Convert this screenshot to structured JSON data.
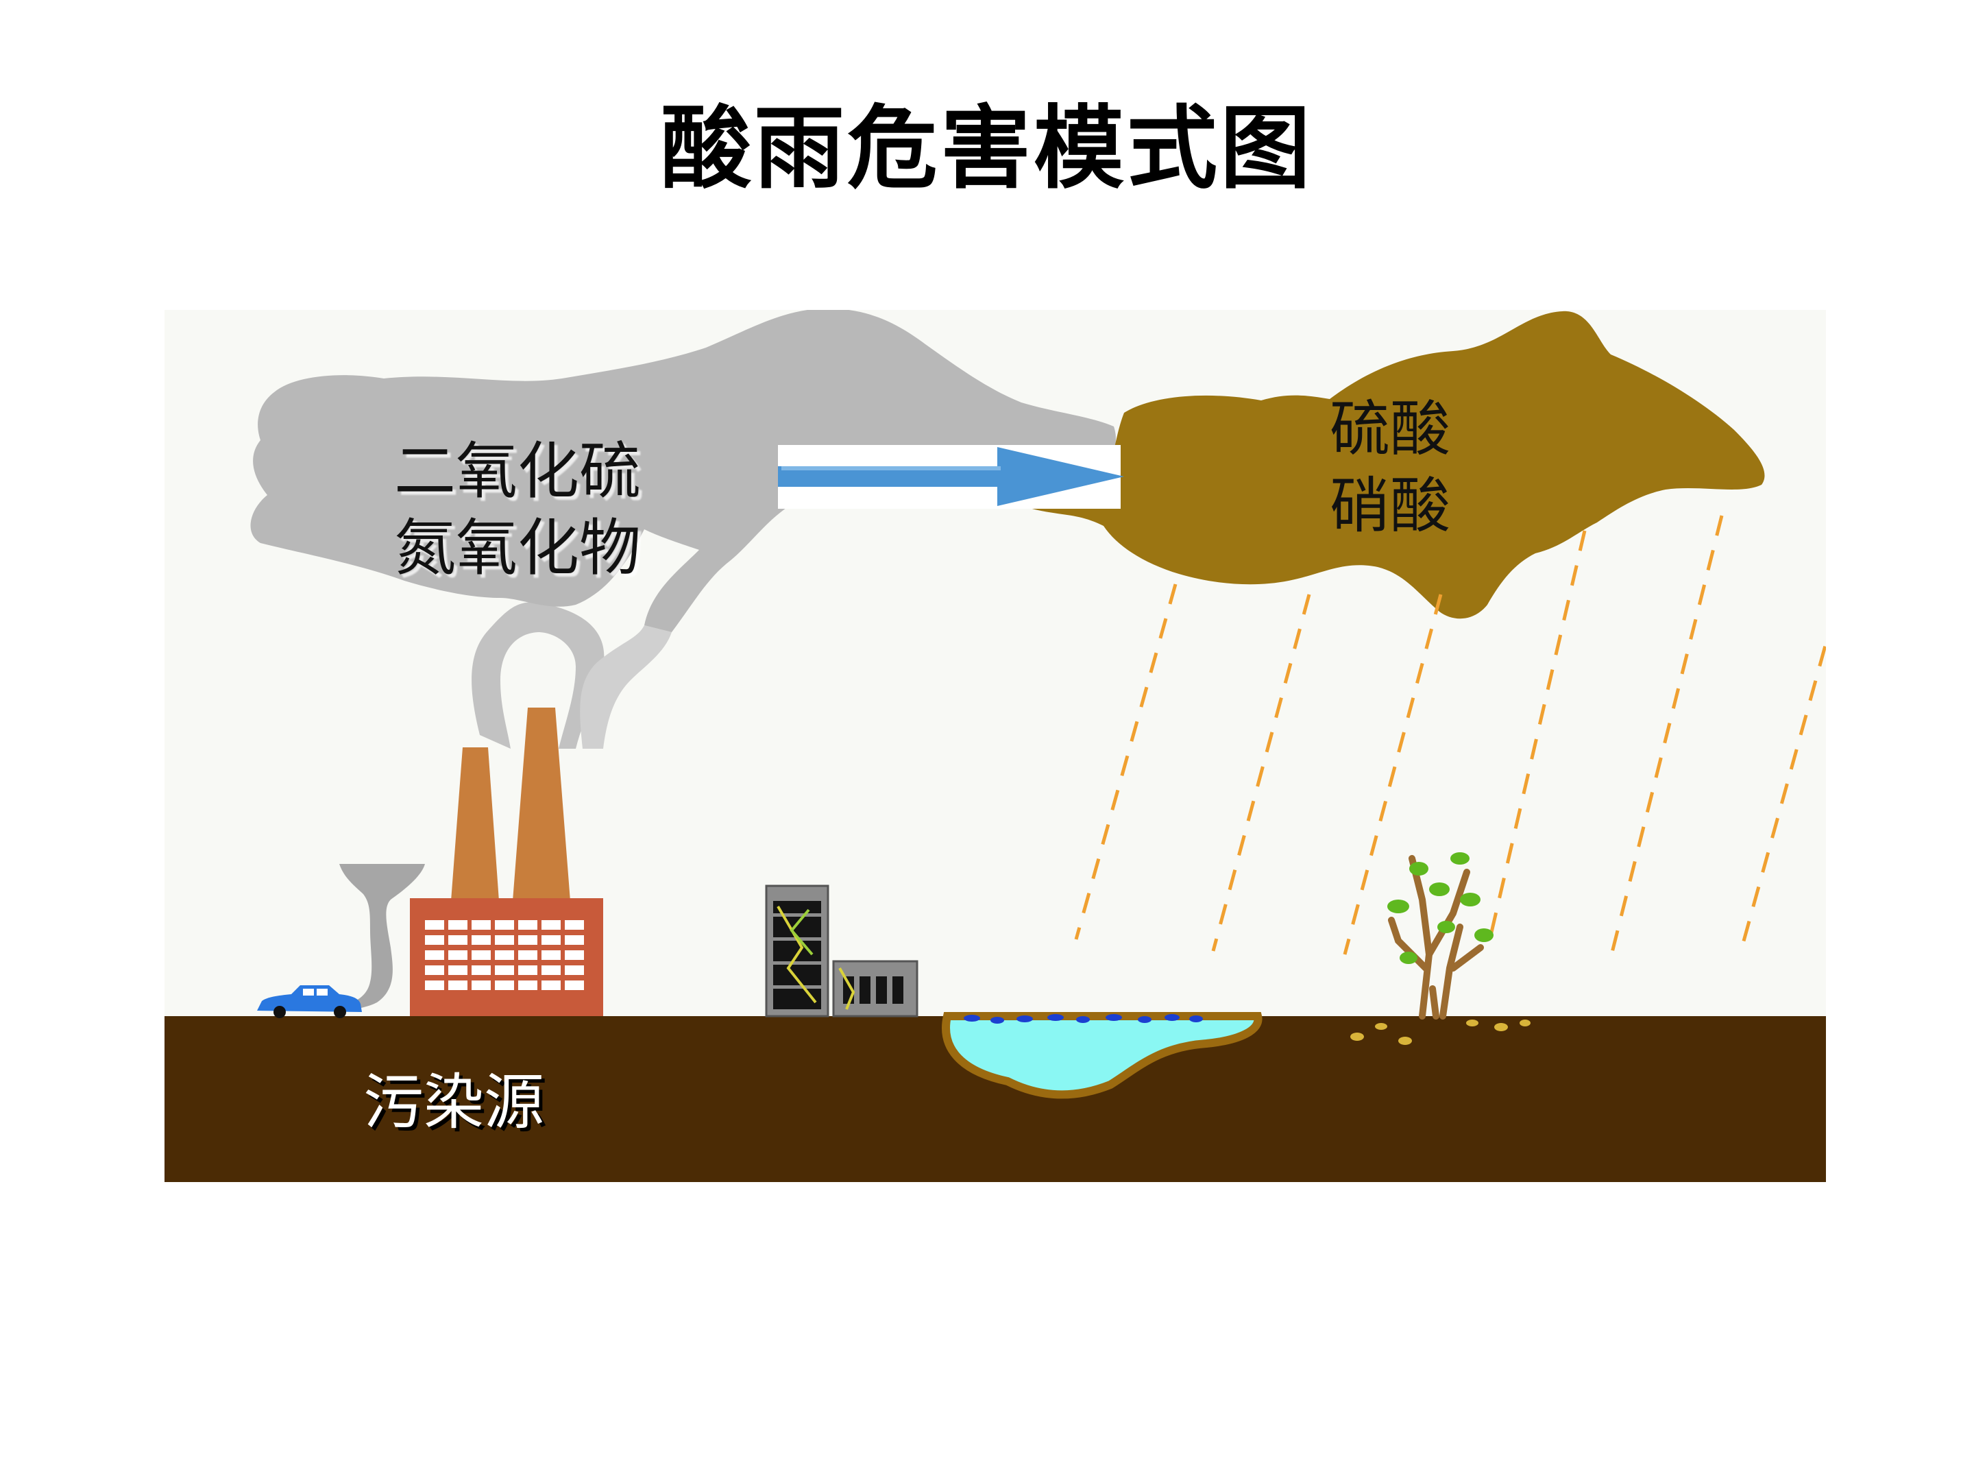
{
  "title": "酸雨危害模式图",
  "labels": {
    "pollutant_gases": [
      "二氧化硫",
      "氮氧化物"
    ],
    "acids": [
      "硫酸",
      "硝酸"
    ],
    "source": "污染源"
  },
  "colors": {
    "sky": "#f8f9f5",
    "ground": "#4b2b05",
    "smog_cloud": "#b8b8b8",
    "acid_cloud": "#9b7512",
    "arrow": "#4a94d4",
    "rain": "#f0a030",
    "factory": "#c85a3a",
    "chimney": "#c87e3c",
    "water": "#8af7f3",
    "car": "#2a78e0"
  },
  "icons": [
    "cloud-icon",
    "arrow-icon",
    "factory-icon",
    "chimney-icon",
    "car-icon",
    "building-icon",
    "pond-icon",
    "tree-icon",
    "rain-icon"
  ]
}
